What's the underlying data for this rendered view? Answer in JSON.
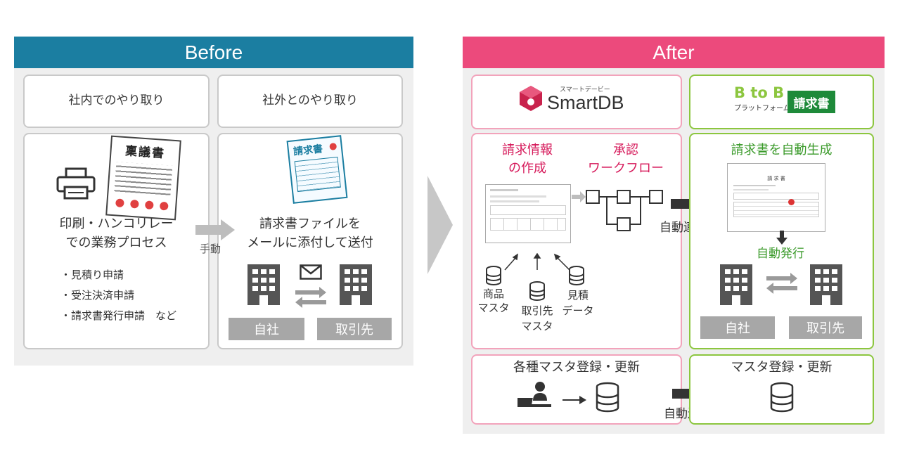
{
  "before": {
    "header": "Before",
    "internal_title": "社内でのやり取り",
    "external_title": "社外とのやり取り",
    "proposal_doc": "稟議書",
    "invoice_doc": "請求書",
    "print_line1": "印刷・ハンコリレー",
    "print_line2": "での業務プロセス",
    "bullets": [
      "・見積り申請",
      "・受注決済申請",
      "・請求書発行申請　など"
    ],
    "manual_label": "手動",
    "file_line1": "請求書ファイルを",
    "file_line2": "メールに添付して送付",
    "self_company": "自社",
    "client": "取引先"
  },
  "after": {
    "header": "After",
    "smartdb_kana": "スマートデービー",
    "smartdb_name": "SmartDB",
    "btob_top": "B to B",
    "btob_platform": "プラットフォーム",
    "btob_invoice": "請求書",
    "create_line1": "請求情報",
    "create_line2": "の作成",
    "approve_line1": "承認",
    "approve_line2": "ワークフロー",
    "product_master": [
      "商品",
      "マスタ"
    ],
    "client_master": [
      "取引先",
      "マスタ"
    ],
    "estimate_data": [
      "見積",
      "データ"
    ],
    "auto_link": "自動連携",
    "auto_generate": "請求書を自動生成",
    "invoice_mini_title": "請 求 書",
    "auto_issue": "自動発行",
    "self_company": "自社",
    "client": "取引先",
    "master_update_left": "各種マスタ登録・更新",
    "master_update_right": "マスタ登録・更新",
    "auto_link_bottom": "自動連携"
  },
  "colors": {
    "before_header": "#1b7ea1",
    "after_header": "#ec4a7c",
    "pink_text": "#d6195a",
    "green_text": "#3a9a2a",
    "green_badge": "#1e8a3a"
  },
  "icons": [
    "printer-icon",
    "stamped-document-icon",
    "invoice-document-icon",
    "envelope-icon",
    "building-icon",
    "exchange-arrows-icon",
    "database-icon",
    "workflow-icon",
    "user-at-desk-icon",
    "chevron-right-icon"
  ]
}
